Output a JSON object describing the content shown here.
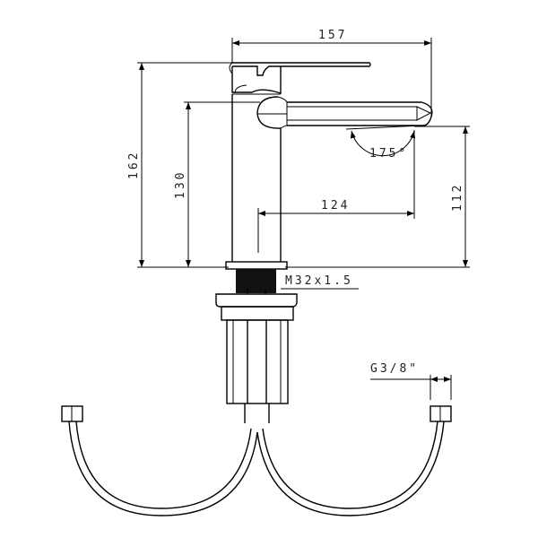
{
  "dimensions": {
    "overall_width": "157",
    "overall_height": "162",
    "spout_height": "130",
    "outlet_height": "112",
    "spout_reach": "124",
    "spout_angle": "175°",
    "thread": "M32x1.5",
    "hose_connection": "G3/8\""
  },
  "colors": {
    "line": "#000000",
    "text": "#222222"
  }
}
